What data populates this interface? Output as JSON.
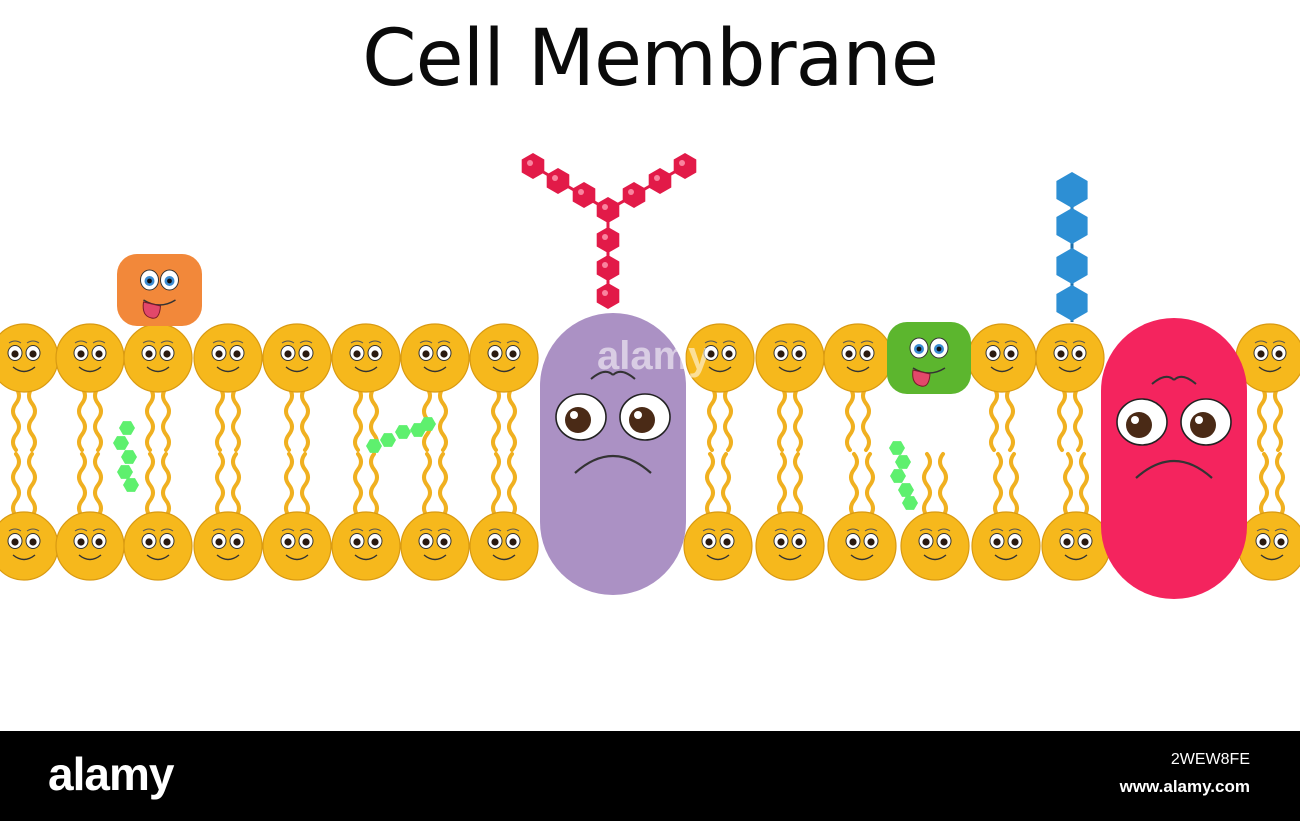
{
  "title": "Cell Membrane",
  "watermark": {
    "logo_text": "alamy",
    "image_code": "2WEW8FE",
    "url": "www.alamy.com"
  },
  "colors": {
    "background": "#ffffff",
    "phospholipid_head": "#f6b81c",
    "phospholipid_tail": "#f0b020",
    "cholesterol": "#5ef06e",
    "purple_protein": "#ab91c4",
    "pink_protein": "#f4245e",
    "orange_protein": "#f2883a",
    "green_protein": "#5cb62e",
    "red_carbohydrate": "#e21a48",
    "blue_carbohydrate": "#2d8fd4",
    "footer": "#000000"
  },
  "icons": {
    "phospholipid": "smiley-face-icon",
    "purple_protein": "sad-face-icon",
    "pink_protein": "sad-face-icon",
    "orange_protein": "tongue-out-face-icon",
    "green_protein": "tongue-out-face-icon"
  }
}
